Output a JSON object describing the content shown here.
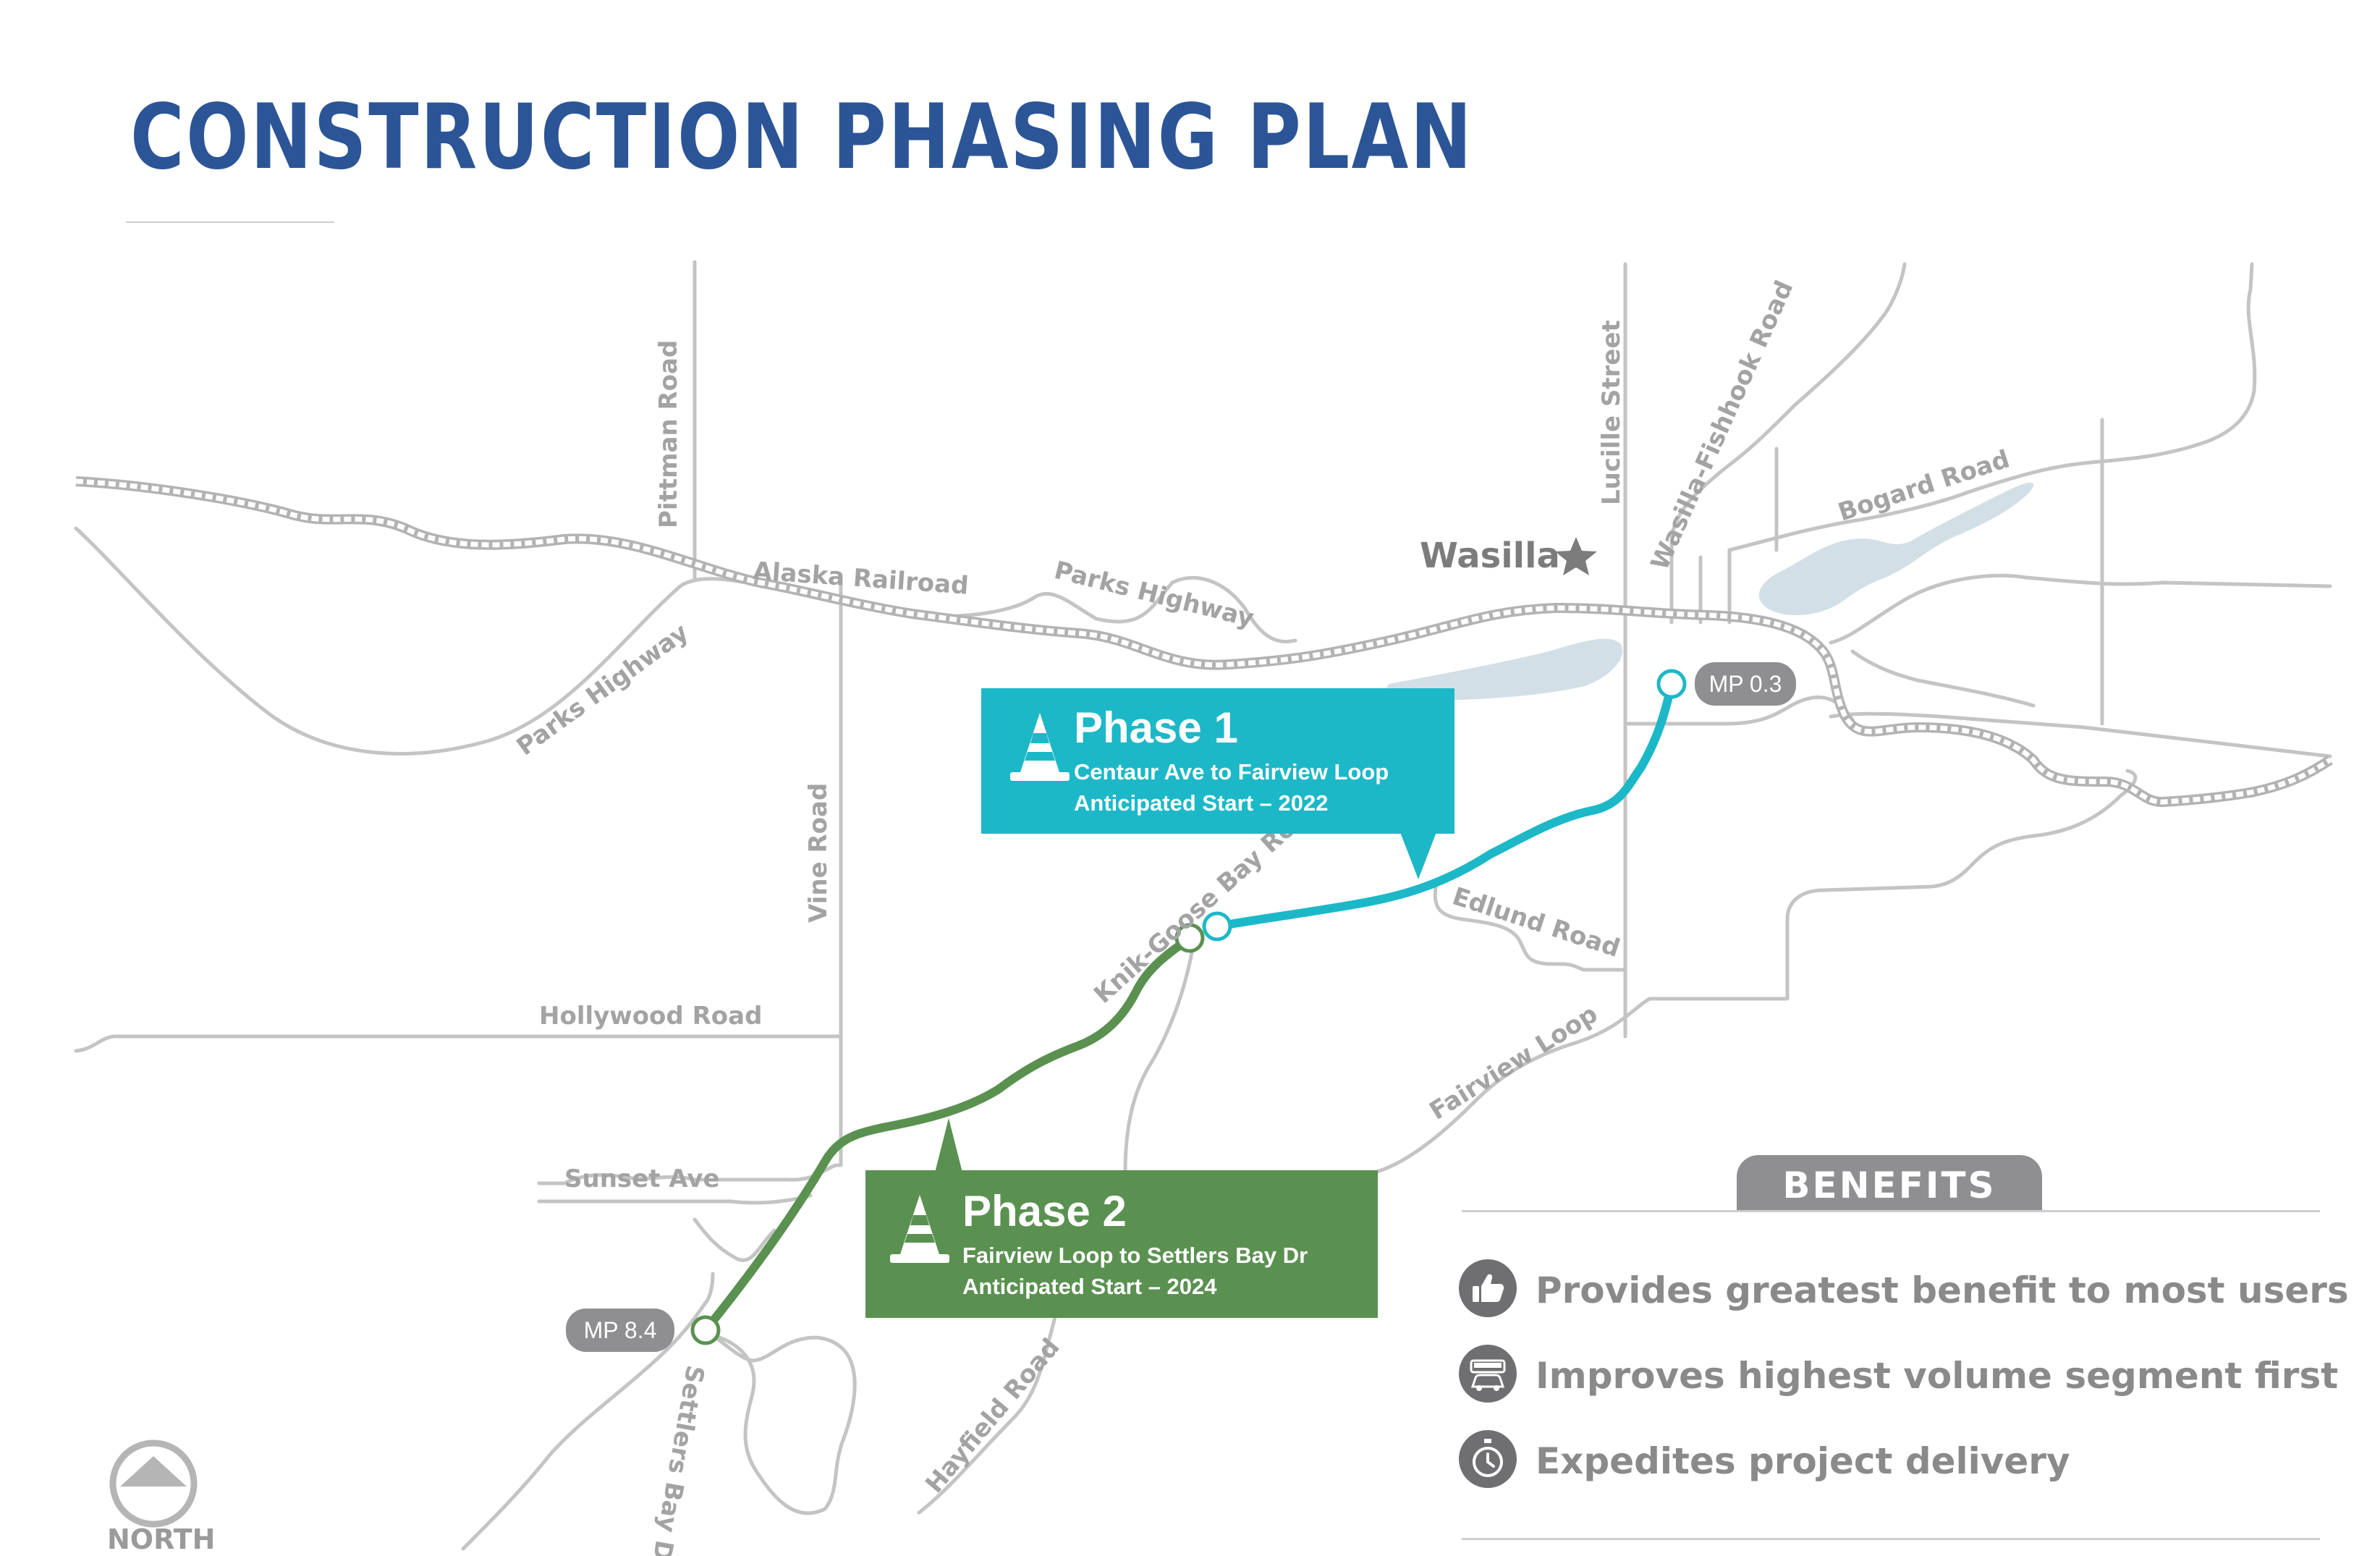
{
  "title": "CONSTRUCTION PHASING PLAN",
  "map": {
    "town": "Wasilla",
    "road_labels": {
      "pittman": "Pittman Road",
      "alaska_railroad": "Alaska Railroad",
      "parks_highway_north": "Parks Highway",
      "parks_highway_west": "Parks Highway",
      "lucille": "Lucille Street",
      "wasilla_fishhook": "Wasilla-Fishhook Road",
      "bogard": "Bogard Road",
      "vine": "Vine Road",
      "knik_goose_bay": "Knik-Goose Bay Road",
      "edlund": "Edlund Road",
      "hollywood": "Hollywood Road",
      "fairview_loop": "Fairview Loop",
      "sunset": "Sunset Ave",
      "settlers_bay": "Settlers Bay Dr.",
      "hayfield": "Hayfield Road"
    },
    "mileposts": {
      "mp_start": "MP 0.3",
      "mp_end": "MP 8.4"
    },
    "colors": {
      "phase1": "#1cb8c8",
      "phase2": "#5a9150",
      "road": "#c4c4c4",
      "lake": "#d3dfe6",
      "railroad": "#b8b8b8"
    }
  },
  "phase1": {
    "heading": "Phase 1",
    "segment": "Centaur Ave to Fairview Loop",
    "start": "Anticipated Start – 2022",
    "icon": "traffic-cone-icon"
  },
  "phase2": {
    "heading": "Phase 2",
    "segment": "Fairview Loop to Settlers Bay Dr",
    "start": "Anticipated Start – 2024",
    "icon": "traffic-cone-icon"
  },
  "benefits": {
    "heading": "BENEFITS",
    "items": [
      {
        "text": "Provides greatest benefit to most users",
        "icon": "thumbs-up-icon"
      },
      {
        "text": "Improves highest volume segment first",
        "icon": "vehicles-icon"
      },
      {
        "text": "Expedites project delivery",
        "icon": "stopwatch-icon"
      }
    ]
  },
  "north_label": "NORTH"
}
